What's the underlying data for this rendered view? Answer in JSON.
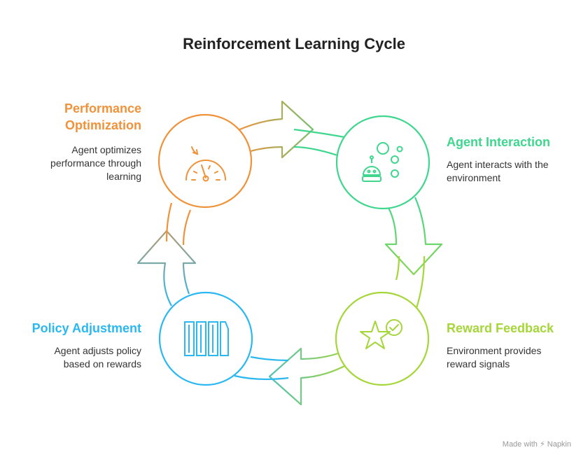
{
  "title": "Reinforcement Learning Cycle",
  "colors": {
    "orange": "#F0923A",
    "green": "#3FD68E",
    "lime": "#A5D63A",
    "blue": "#2BB8F0"
  },
  "stages": {
    "performance": {
      "heading_line1": "Performance",
      "heading_line2": "Optimization",
      "desc_line1": "Agent optimizes",
      "desc_line2": "performance through",
      "desc_line3": "learning",
      "icon": "speedometer-icon"
    },
    "agent": {
      "heading": "Agent Interaction",
      "desc_line1": "Agent interacts with the",
      "desc_line2": "environment",
      "icon": "robot-bubbles-icon"
    },
    "reward": {
      "heading": "Reward Feedback",
      "desc_line1": "Environment provides",
      "desc_line2": "reward signals",
      "icon": "star-check-icon"
    },
    "policy": {
      "heading": "Policy Adjustment",
      "desc_line1": "Agent adjusts policy",
      "desc_line2": "based on rewards",
      "icon": "policy-bars-icon"
    }
  },
  "footer": "Made with ⚡ Napkin"
}
